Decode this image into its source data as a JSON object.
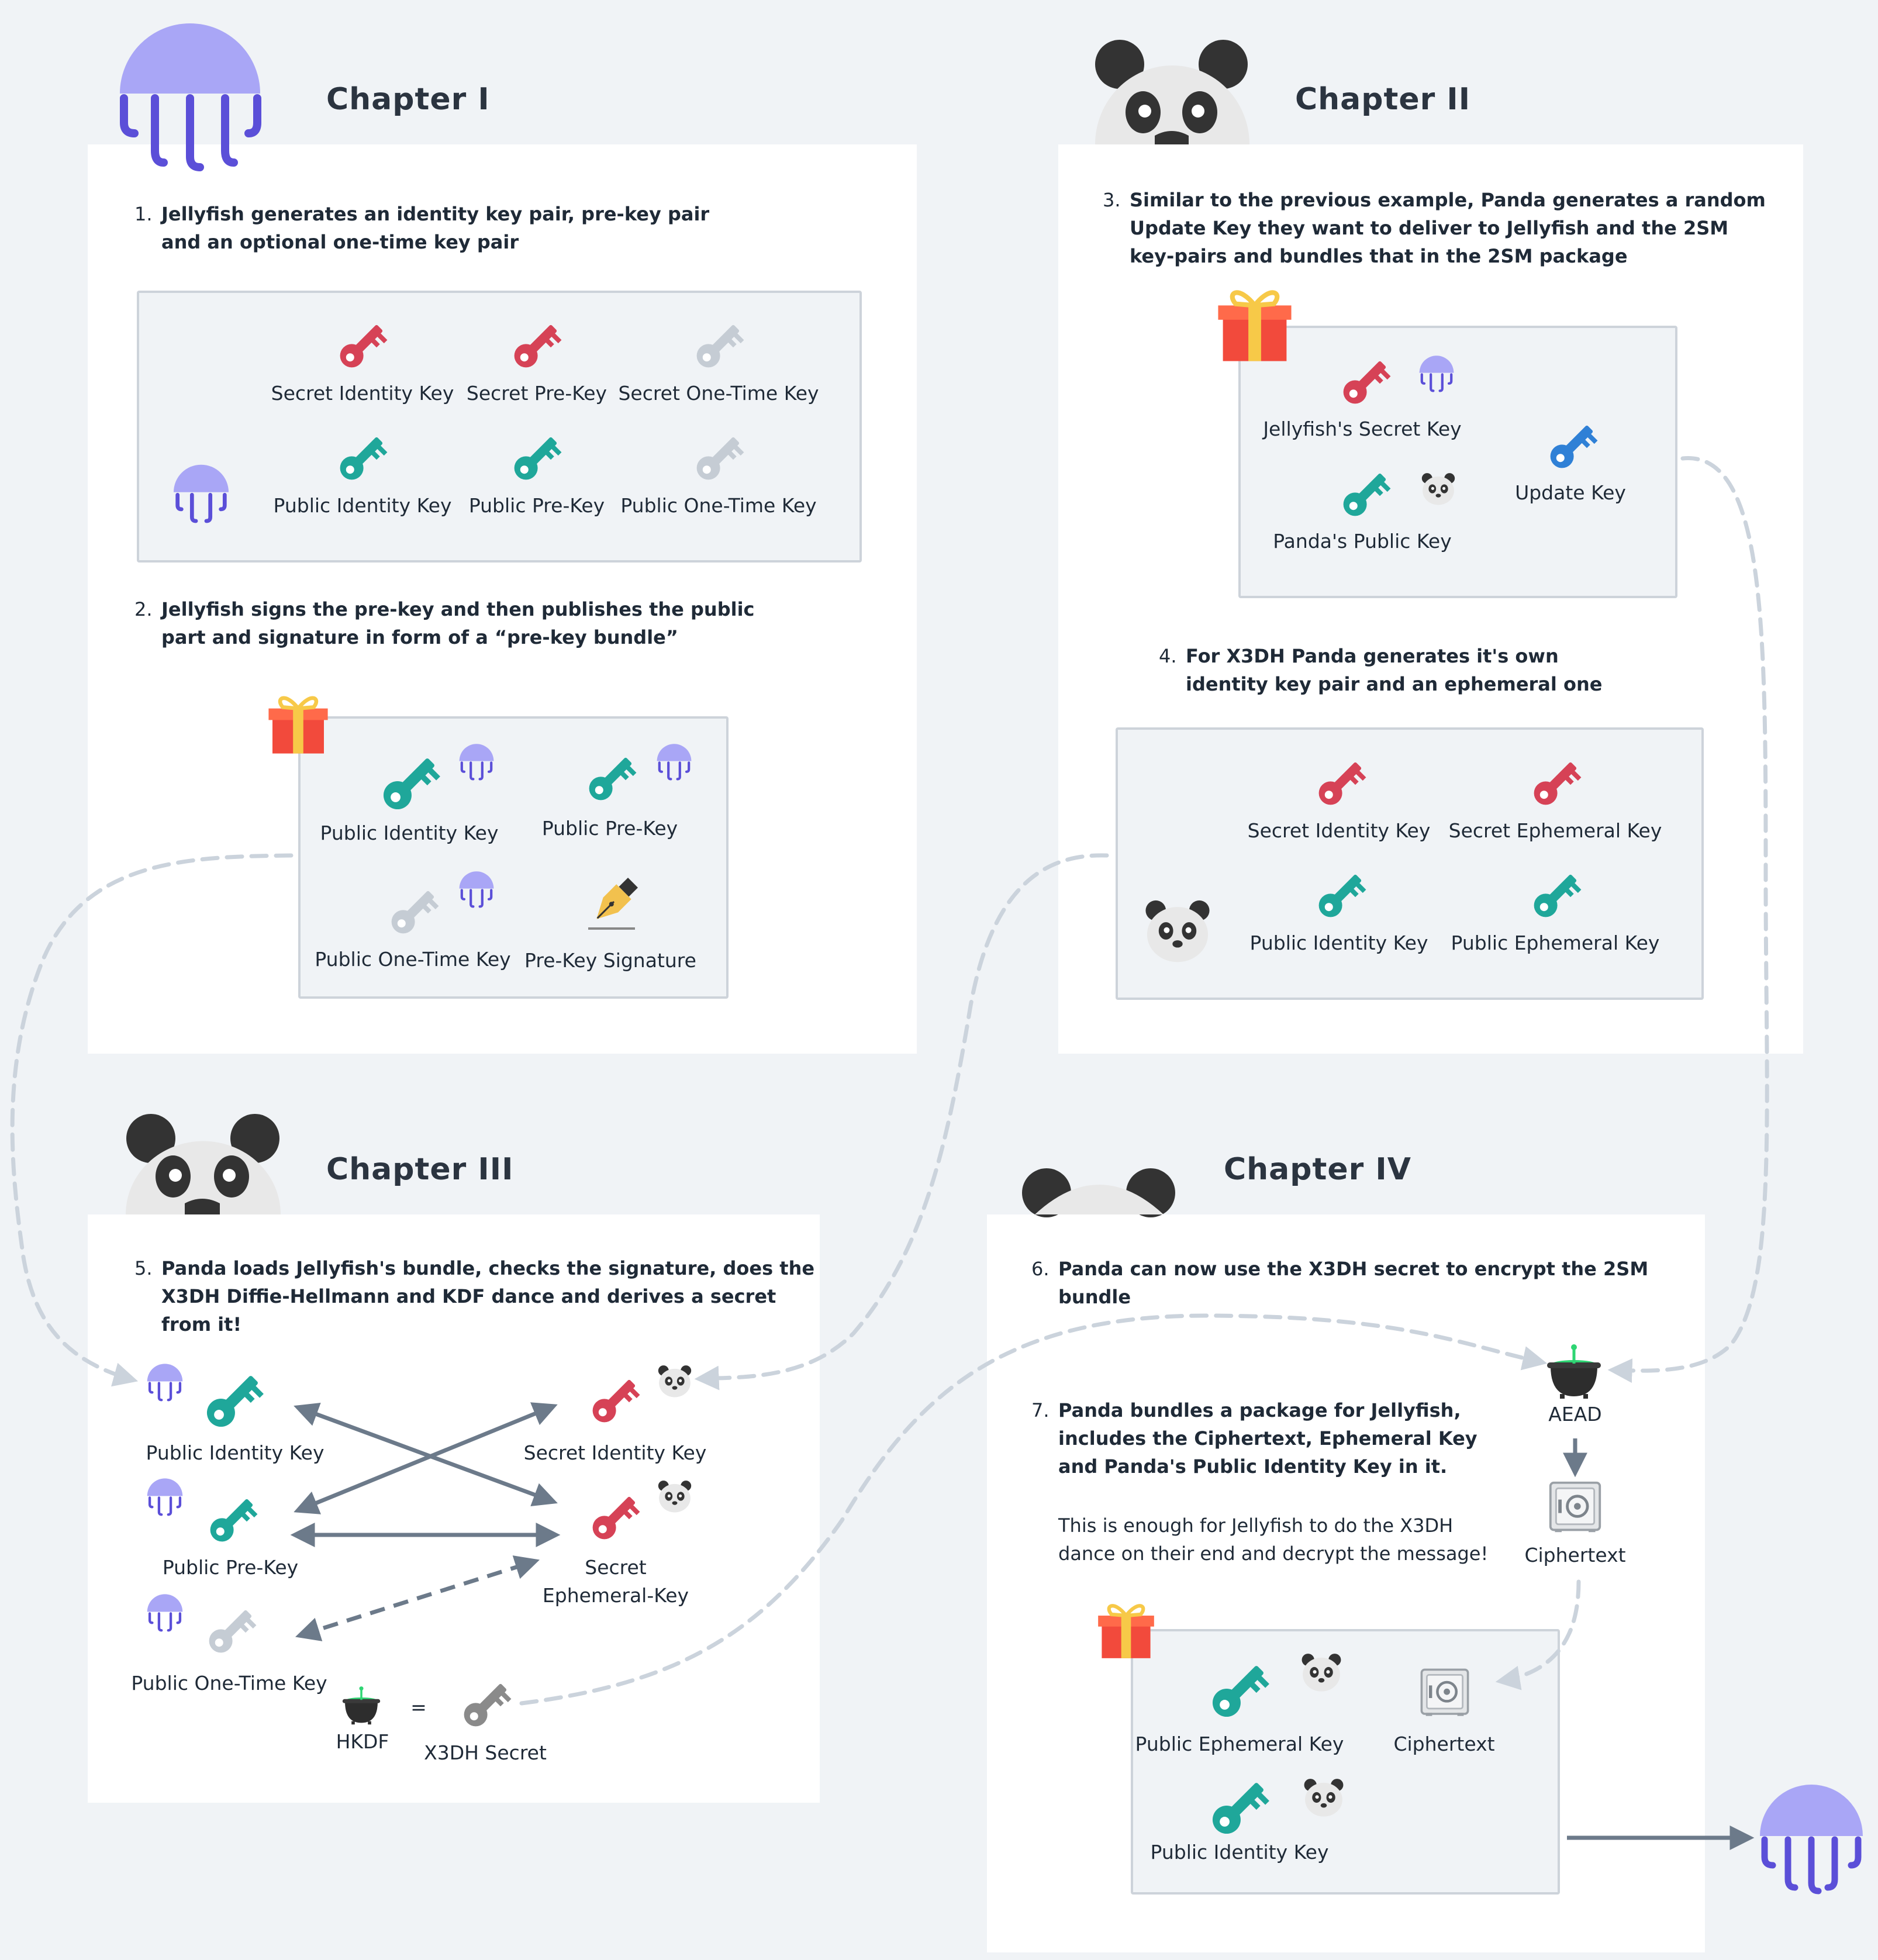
{
  "chapters": {
    "c1": {
      "title": "Chapter I"
    },
    "c2": {
      "title": "Chapter II"
    },
    "c3": {
      "title": "Chapter III"
    },
    "c4": {
      "title": "Chapter IV"
    }
  },
  "steps": {
    "s1": {
      "num": "1.",
      "text": "Jellyfish generates an identity key pair, pre-key pair and an optional one-time key pair"
    },
    "s2": {
      "num": "2.",
      "text": "Jellyfish signs the pre-key and then publishes the public part and signature in form of a “pre-key bundle”"
    },
    "s3": {
      "num": "3.",
      "text": "Similar to the previous example, Panda generates a random Update Key they want to deliver to Jellyfish and the 2SM key-pairs and bundles that in the 2SM package"
    },
    "s4": {
      "num": "4.",
      "text": "For X3DH Panda generates it's own identity key pair and an ephemeral one"
    },
    "s5": {
      "num": "5.",
      "text": "Panda loads Jellyfish's bundle, checks the signature, does the X3DH Diffie-Hellmann and KDF dance and derives a secret from it!"
    },
    "s6": {
      "num": "6.",
      "text": "Panda can now use the X3DH secret to encrypt the 2SM bundle"
    },
    "s7": {
      "num": "7.",
      "text": "Panda bundles a package for Jellyfish, includes the Ciphertext, Ephemeral Key and Panda's Public Identity Key in it.",
      "note": "This is enough for Jellyfish to do the X3DH dance on their end and decrypt the message!"
    }
  },
  "labels": {
    "b1_secret_identity": "Secret Identity Key",
    "b1_secret_prekey": "Secret Pre-Key",
    "b1_secret_onetime": "Secret One-Time Key",
    "b1_public_identity": "Public Identity Key",
    "b1_public_prekey": "Public Pre-Key",
    "b1_public_onetime": "Public One-Time Key",
    "b2_public_identity": "Public Identity Key",
    "b2_public_prekey": "Public Pre-Key",
    "b2_public_onetime": "Public One-Time Key",
    "b2_signature": "Pre-Key Signature",
    "b3_jelly_secret": "Jellyfish's Secret Key",
    "b3_panda_public": "Panda's Public Key",
    "b3_update": "Update Key",
    "b4_secret_identity": "Secret Identity Key",
    "b4_secret_ephemeral": "Secret Ephemeral Key",
    "b4_public_identity": "Public Identity Key",
    "b4_public_ephemeral": "Public Ephemeral Key",
    "c3_public_identity": "Public Identity Key",
    "c3_public_prekey": "Public Pre-Key",
    "c3_public_onetime": "Public One-Time Key",
    "c3_secret_identity": "Secret Identity Key",
    "c3_secret_ephemeral_1": "Secret",
    "c3_secret_ephemeral_2": "Ephemeral-Key",
    "c3_hkdf": "HKDF",
    "c3_equals": "=",
    "c3_x3dh_secret": "X3DH Secret",
    "c4_aead": "AEAD",
    "c4_ciphertext": "Ciphertext",
    "b5_public_ephemeral": "Public Ephemeral Key",
    "b5_ciphertext": "Ciphertext",
    "b5_public_identity": "Public Identity Key"
  },
  "colors": {
    "background": "#f0f3f6",
    "secret_key": "#d64256",
    "public_key": "#1fa79a",
    "onetime_key": "#c5ccd4",
    "update_key": "#2f80d6",
    "jellyfish": "#a9a6f6",
    "jellyfish_tentacle": "#5b4fd8",
    "connector": "#cbd3dc",
    "arrow": "#6c7a8a"
  },
  "icons": [
    "key-icon",
    "jellyfish-icon",
    "panda-icon",
    "gift-icon",
    "pen-icon",
    "cauldron-icon",
    "safe-icon"
  ]
}
